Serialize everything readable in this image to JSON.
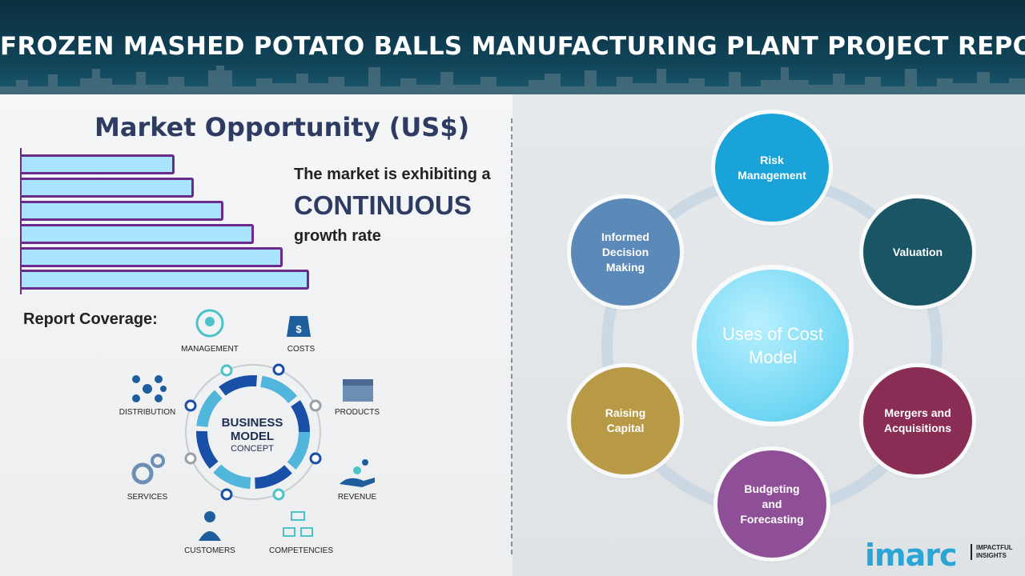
{
  "header": {
    "title": "FROZEN MASHED POTATO BALLS MANUFACTURING PLANT PROJECT REPORT"
  },
  "market": {
    "title": "Market Opportunity (US$)",
    "line1": "The market is exhibiting a",
    "line2": "CONTINUOUS",
    "line3": "growth rate"
  },
  "coverage": {
    "label": "Report Coverage:",
    "center_title": "BUSINESS MODEL",
    "center_sub": "CONCEPT",
    "items": [
      "MANAGEMENT",
      "COSTS",
      "PRODUCTS",
      "REVENUE",
      "COMPETENCIES",
      "CUSTOMERS",
      "SERVICES",
      "DISTRIBUTION"
    ]
  },
  "uses": {
    "center": "Uses of Cost Model",
    "items": [
      "Risk Management",
      "Valuation",
      "Mergers and Acquisitions",
      "Budgeting and Forecasting",
      "Raising Capital",
      "Informed Decision Making"
    ],
    "colors": [
      "#1aa3d9",
      "#1a5566",
      "#8a2d55",
      "#8e4f97",
      "#b89945",
      "#5b8ab8"
    ]
  },
  "brand": {
    "logo": "imarc",
    "tagline_1": "IMPACTFUL",
    "tagline_2": "INSIGHTS"
  }
}
